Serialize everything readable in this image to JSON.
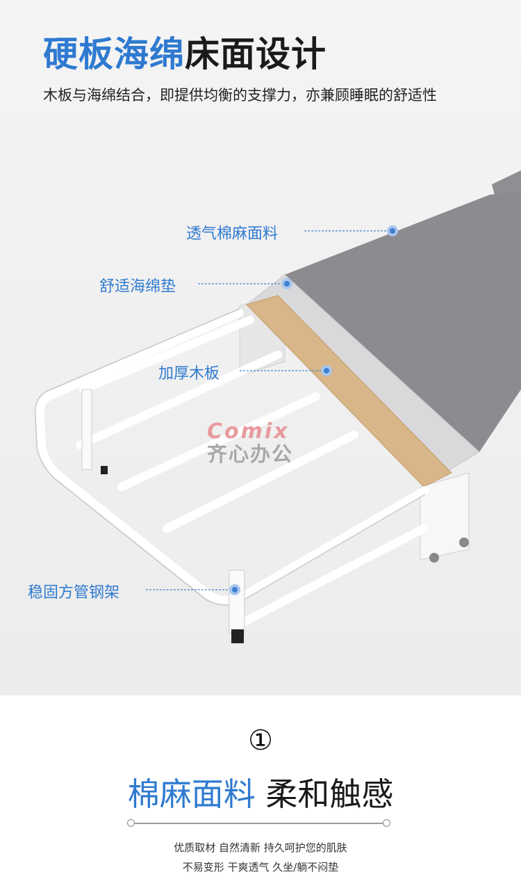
{
  "header": {
    "title_highlight": "硬板海绵",
    "title_rest": "床面设计",
    "subtitle": "木板与海绵结合，即提供均衡的支撑力，亦兼顾睡眠的舒适性"
  },
  "callouts": [
    {
      "label": "透气棉麻面料"
    },
    {
      "label": "舒适海绵垫"
    },
    {
      "label": "加厚木板"
    },
    {
      "label": "稳固方管钢架"
    }
  ],
  "watermark": {
    "brand": "Comix",
    "brand_cn": "齐心办公"
  },
  "feature": {
    "number": "①",
    "title_highlight": "棉麻面料",
    "title_rest": "柔和触感",
    "lines": [
      "优质取材 自然清新 持久呵护您的肌肤",
      "不易变形 干爽透气 久坐/躺不闷垫"
    ]
  },
  "colors": {
    "accent": "#2f7ad0",
    "text": "#1a1a1a"
  }
}
